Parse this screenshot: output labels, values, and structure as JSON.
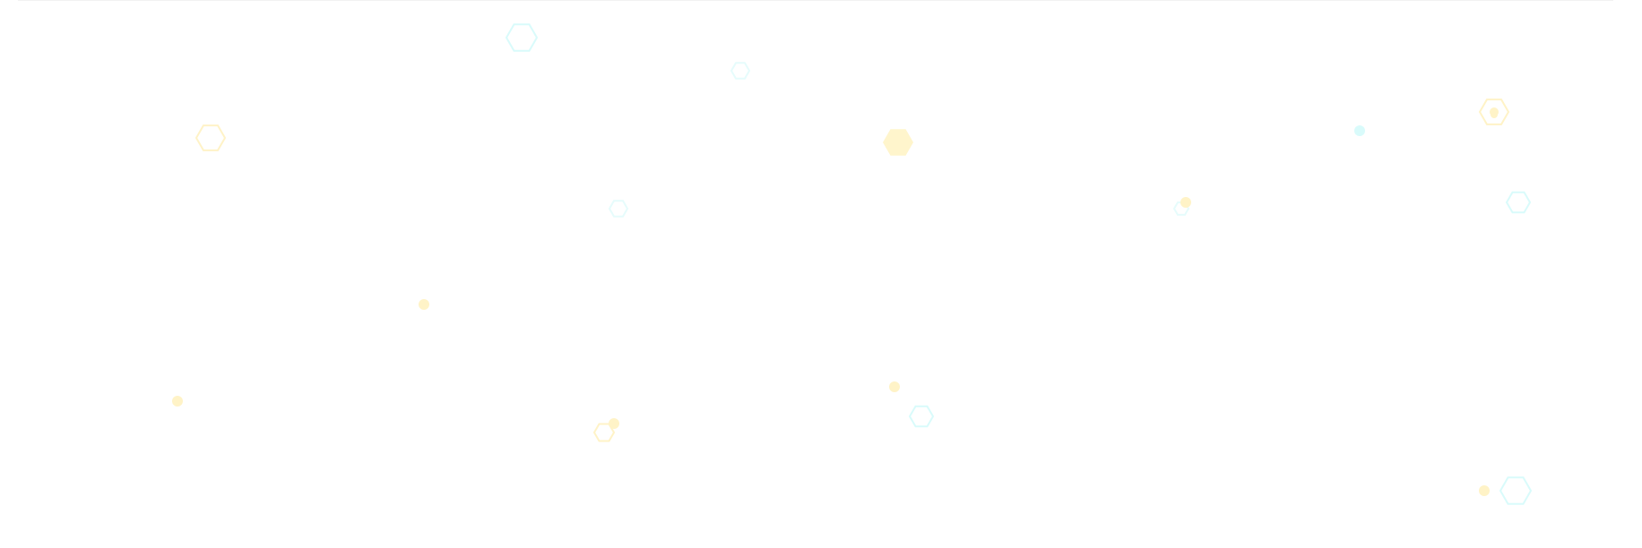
{
  "background": "#ffffff",
  "colors": {
    "cyan": "#d9fbfb",
    "cyan_light": "#e6fcfc",
    "yellow": "#fff3c7",
    "yellow_fill": "#fff5cc"
  },
  "shapes": [
    {
      "kind": "hexagon-outline",
      "color": "cyan"
    },
    {
      "kind": "hexagon-outline",
      "color": "cyan_light"
    },
    {
      "kind": "hexagon-outline",
      "color": "yellow"
    },
    {
      "kind": "hexagon-filled",
      "color": "yellow_fill"
    },
    {
      "kind": "hexagon-outline",
      "color": "yellow"
    },
    {
      "kind": "dot",
      "color": "cyan"
    },
    {
      "kind": "hexagon-outline",
      "color": "cyan_light"
    },
    {
      "kind": "hexagon-outline",
      "color": "cyan_light"
    },
    {
      "kind": "dot",
      "color": "yellow"
    },
    {
      "kind": "hexagon-outline",
      "color": "cyan"
    },
    {
      "kind": "dot",
      "color": "yellow"
    },
    {
      "kind": "dot",
      "color": "yellow"
    },
    {
      "kind": "dot",
      "color": "yellow"
    },
    {
      "kind": "hexagon-outline",
      "color": "cyan"
    },
    {
      "kind": "dot",
      "color": "yellow"
    },
    {
      "kind": "hexagon-outline",
      "color": "yellow"
    },
    {
      "kind": "hexagon-outline",
      "color": "cyan"
    },
    {
      "kind": "dot",
      "color": "yellow"
    },
    {
      "kind": "dot",
      "color": "yellow"
    },
    {
      "kind": "dot",
      "color": "yellow"
    }
  ]
}
